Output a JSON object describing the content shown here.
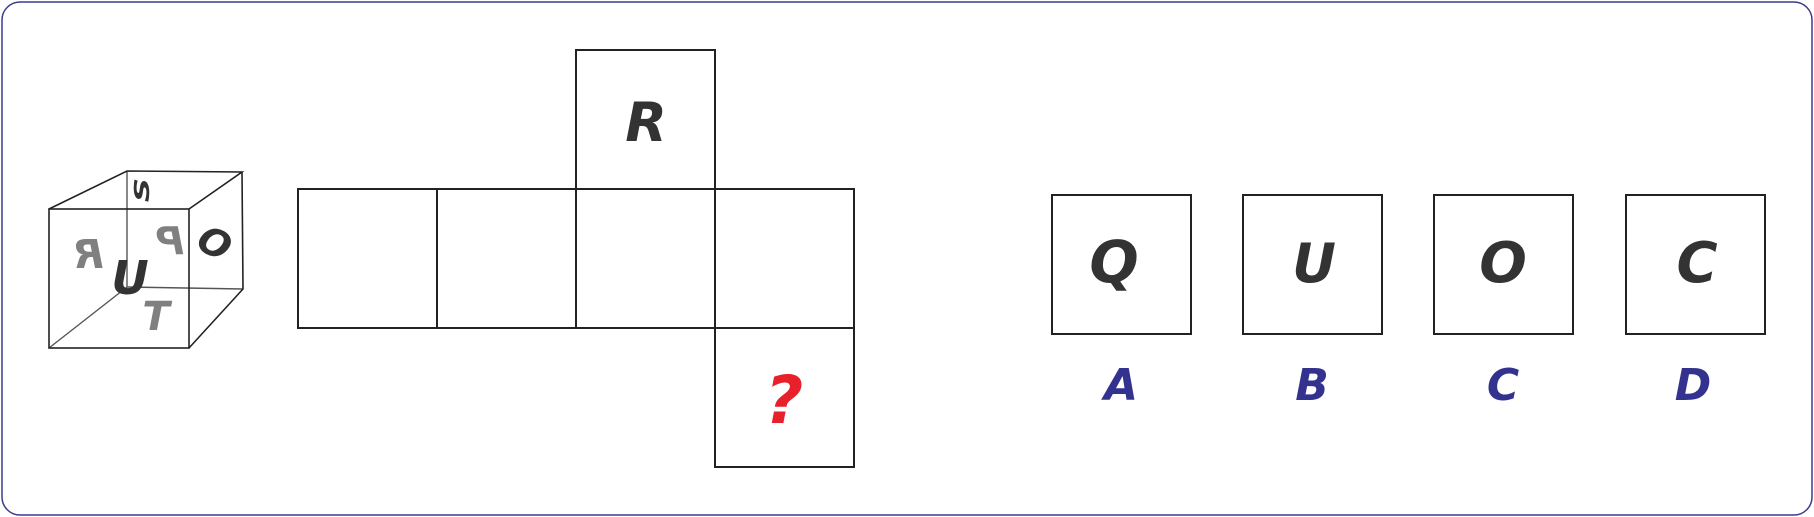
{
  "colors": {
    "frame": "#3c3c8c",
    "label": "#33338f",
    "question": "#e8202a",
    "letter_dark": "#333333",
    "letter_gray": "#808080"
  },
  "cube": {
    "top_letter": "S",
    "front_letter": "U",
    "right_letter": "O",
    "back_left_letter": "R",
    "back_right_letter": "P",
    "bottom_letter": "T"
  },
  "net": {
    "top_letter": "R",
    "question_mark": "?"
  },
  "options": [
    {
      "label": "A",
      "glyph": "Q"
    },
    {
      "label": "B",
      "glyph": "U"
    },
    {
      "label": "C",
      "glyph": "O"
    },
    {
      "label": "D",
      "glyph": "C"
    }
  ]
}
